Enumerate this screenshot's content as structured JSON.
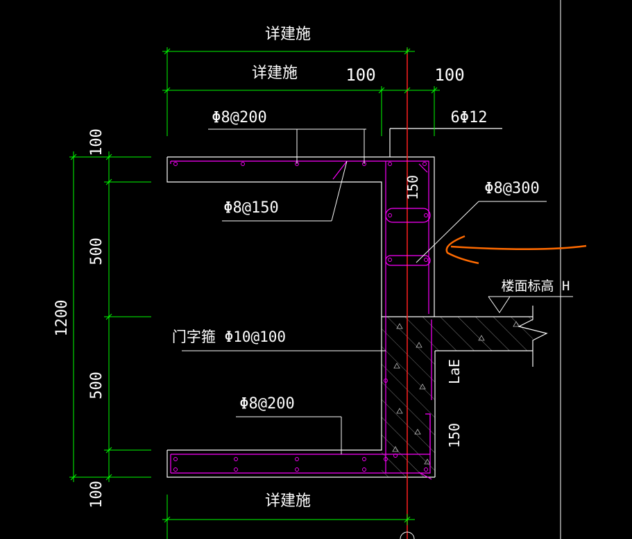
{
  "labels": {
    "top_dim": "详建施",
    "mid_dim": "详建施",
    "bottom_dim": "详建施",
    "dim_100_a": "100",
    "dim_100_b": "100",
    "rebar_top": "Φ8@200",
    "rebar_bottom": "Φ8@200",
    "rebar_diag": "Φ8@150",
    "rebar_300": "Φ8@300",
    "main_bars": "6Φ12",
    "stirrup": "门字箍  Φ10@100",
    "floor_elev": "楼面标高 H",
    "left_100_top": "100",
    "left_500_top": "500",
    "left_1200": "1200",
    "left_500_bottom": "500",
    "left_100_bottom": "100",
    "dim_150_top": "150",
    "dim_150_bottom": "150",
    "lae": "LaE"
  },
  "colors": {
    "background": "#000000",
    "outline": "#ffffff",
    "dimension": "#00ff00",
    "rebar": "#ff00ff",
    "axis": "#ff2020",
    "arrow": "#ff6a00",
    "hatch": "#9a9a9a"
  }
}
